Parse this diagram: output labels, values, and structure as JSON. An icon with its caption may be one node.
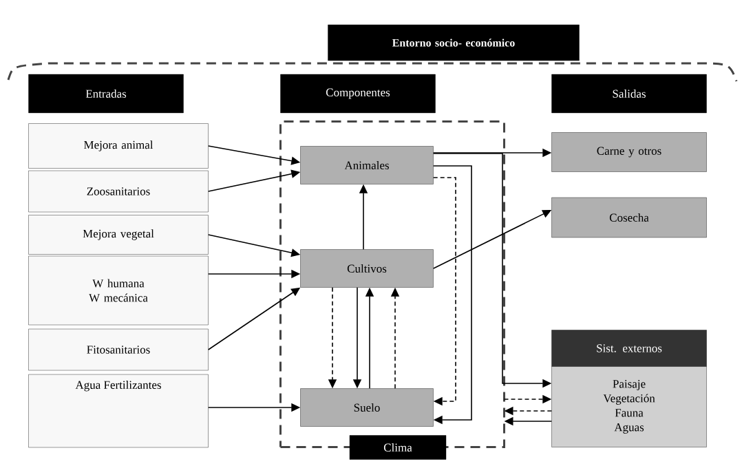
{
  "diagram": {
    "nodes": [
      {
        "text": [
          "Entorno socio- económico"
        ]
      },
      {
        "text": [
          "Entradas"
        ]
      },
      {
        "text": [
          "Componentes"
        ]
      },
      {
        "text": [
          "Salidas"
        ]
      },
      {
        "text": [
          "Mejora animal"
        ]
      },
      {
        "text": [
          "Zoosanitarios"
        ]
      },
      {
        "text": [
          "Mejora vegetal"
        ]
      },
      {
        "text": [
          "W humana W mecánica"
        ]
      },
      {
        "text": [
          "Fitosanitarios"
        ]
      },
      {
        "text": [
          "Agua Fertilizantes"
        ]
      },
      {
        "text": [
          "Clima"
        ]
      },
      {
        "text": [
          "Animales"
        ],
        "in": 10
      },
      {
        "text": [
          "Cultivos"
        ],
        "in": 10
      },
      {
        "text": [
          "Suelo"
        ],
        "in": 10
      },
      {
        "text": [
          "Carne y otros"
        ]
      },
      {
        "text": [
          "Cosecha"
        ]
      },
      {
        "text": [
          "Sist. externos"
        ]
      },
      {
        "text": [
          "Paisaje Vegetación Fauna Aguas"
        ]
      }
    ],
    "edges": [
      {
        "from": 4,
        "to": 11,
        "arrow": "to"
      },
      {
        "from": 5,
        "to": 11,
        "arrow": "to"
      },
      {
        "from": 6,
        "to": 12,
        "arrow": "to"
      },
      {
        "from": 7,
        "to": 12,
        "arrow": "to"
      },
      {
        "from": 8,
        "to": 12,
        "arrow": "to"
      },
      {
        "from": 9,
        "to": 13,
        "arrow": "to"
      },
      {
        "from": 12,
        "to": 11,
        "arrow": "to"
      },
      {
        "from": 11,
        "to": 14,
        "arrow": "to"
      },
      {
        "from": 12,
        "to": 15,
        "arrow": "to"
      },
      {
        "from": 12,
        "to": 13,
        "arrow": "to",
        "style": "dashed"
      },
      {
        "from": 12,
        "to": 13,
        "arrow": "to"
      },
      {
        "from": 13,
        "to": 12,
        "arrow": "to"
      },
      {
        "from": 13,
        "to": 12,
        "arrow": "to",
        "style": "dashed"
      },
      {
        "from": 11,
        "to": 13,
        "arrow": "to",
        "style": "dashed"
      },
      {
        "from": 11,
        "to": 13,
        "arrow": "to"
      },
      {
        "from": 11,
        "to": 17,
        "arrow": "to"
      },
      {
        "from": 10,
        "to": 17,
        "arrow": "to",
        "style": "dashed"
      },
      {
        "from": 17,
        "to": 10,
        "arrow": "to",
        "style": "dashed"
      },
      {
        "from": 17,
        "to": 10,
        "arrow": "to"
      }
    ]
  }
}
